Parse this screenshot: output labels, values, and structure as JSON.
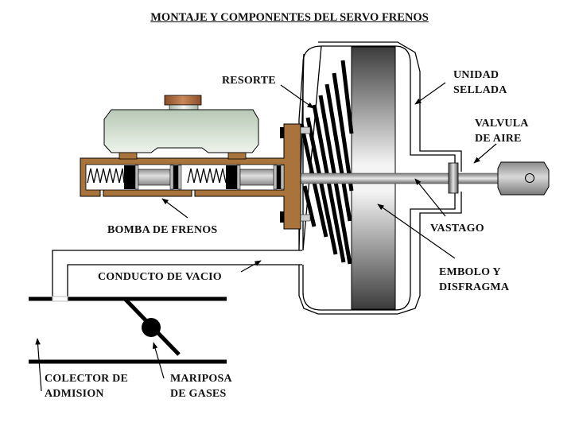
{
  "title": "MONTAJE Y COMPONENTES DEL SERVO FRENOS",
  "labels": {
    "resorte": "RESORTE",
    "unidad_sellada": "UNIDAD\nSELLADA",
    "valvula_aire": "VALVULA\nDE AIRE",
    "vastago": "VASTAGO",
    "embolo": "EMBOLO Y\nDISFRAGMA",
    "bomba": "BOMBA DE FRENOS",
    "conducto": "CONDUCTO DE VACIO",
    "colector": "COLECTOR DE\nADMISION",
    "mariposa": "MARIPOSA\nDE GASES"
  },
  "colors": {
    "brass": "#a9733c",
    "brass_dark": "#6e4520",
    "reservoir_top": "#b9c9b6",
    "reservoir_bottom": "#eef4ec",
    "cap": "#9a5a32",
    "line": "#000000",
    "piston_dark": "#3a3a3a",
    "piston_light": "#f2f2f2"
  },
  "components": [
    {
      "name": "master-cylinder-reservoir"
    },
    {
      "name": "master-cylinder-body"
    },
    {
      "name": "booster-housing"
    },
    {
      "name": "diaphragm-piston"
    },
    {
      "name": "return-spring"
    },
    {
      "name": "push-rod"
    },
    {
      "name": "air-valve"
    },
    {
      "name": "clevis"
    },
    {
      "name": "vacuum-hose"
    },
    {
      "name": "intake-manifold"
    },
    {
      "name": "throttle-plate"
    }
  ]
}
